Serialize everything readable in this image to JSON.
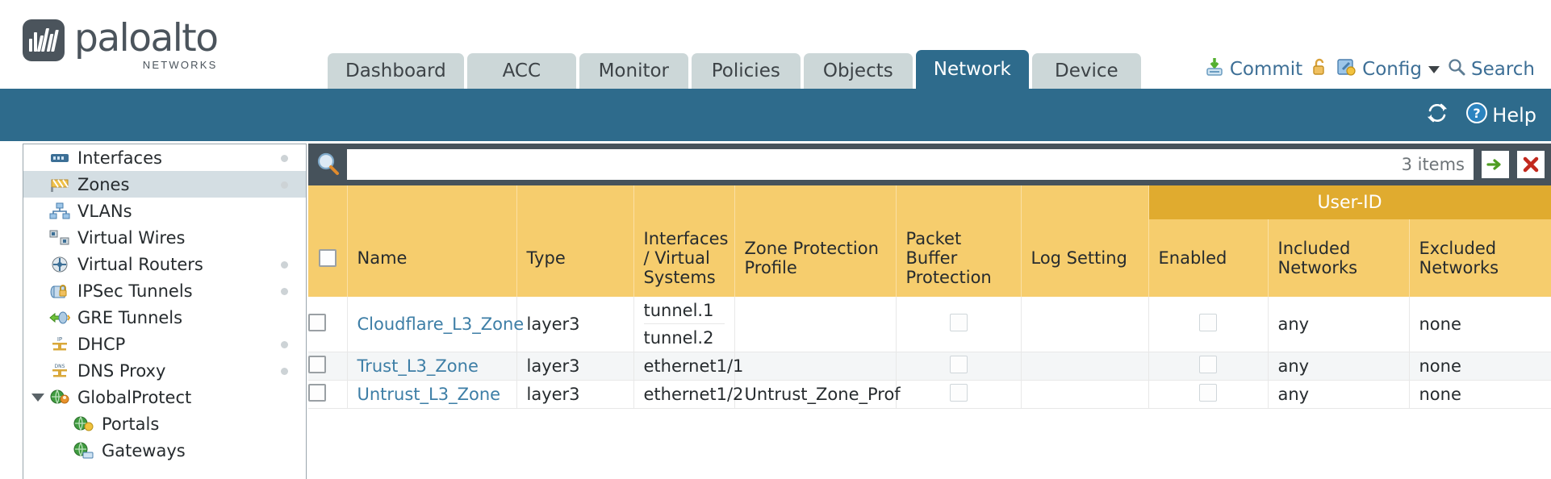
{
  "brand": {
    "name": "paloalto",
    "tagline": "NETWORKS"
  },
  "nav": {
    "tabs": [
      {
        "label": "Dashboard",
        "active": false
      },
      {
        "label": "ACC",
        "active": false
      },
      {
        "label": "Monitor",
        "active": false
      },
      {
        "label": "Policies",
        "active": false
      },
      {
        "label": "Objects",
        "active": false
      },
      {
        "label": "Network",
        "active": true
      },
      {
        "label": "Device",
        "active": false
      }
    ]
  },
  "utility": {
    "commit": "Commit",
    "config": "Config",
    "search": "Search",
    "lock_icon": "padlock-icon",
    "commit_icon": "commit-icon",
    "config_icon": "config-icon",
    "search_icon": "magnifier-icon"
  },
  "blue_bar": {
    "refresh_icon": "refresh-icon",
    "help_icon": "help-icon",
    "help_label": "Help"
  },
  "sidebar": {
    "items": [
      {
        "label": "Interfaces",
        "icon": "interfaces-icon",
        "selected": false,
        "dot": true,
        "child": false,
        "twisty": false
      },
      {
        "label": "Zones",
        "icon": "zones-icon",
        "selected": true,
        "dot": true,
        "child": false,
        "twisty": false
      },
      {
        "label": "VLANs",
        "icon": "vlans-icon",
        "selected": false,
        "dot": false,
        "child": false,
        "twisty": false
      },
      {
        "label": "Virtual Wires",
        "icon": "virtual-wires-icon",
        "selected": false,
        "dot": false,
        "child": false,
        "twisty": false
      },
      {
        "label": "Virtual Routers",
        "icon": "virtual-routers-icon",
        "selected": false,
        "dot": true,
        "child": false,
        "twisty": false
      },
      {
        "label": "IPSec Tunnels",
        "icon": "ipsec-tunnels-icon",
        "selected": false,
        "dot": true,
        "child": false,
        "twisty": false
      },
      {
        "label": "GRE Tunnels",
        "icon": "gre-tunnels-icon",
        "selected": false,
        "dot": false,
        "child": false,
        "twisty": false
      },
      {
        "label": "DHCP",
        "icon": "dhcp-icon",
        "selected": false,
        "dot": true,
        "child": false,
        "twisty": false
      },
      {
        "label": "DNS Proxy",
        "icon": "dns-proxy-icon",
        "selected": false,
        "dot": true,
        "child": false,
        "twisty": false
      },
      {
        "label": "GlobalProtect",
        "icon": "globalprotect-icon",
        "selected": false,
        "dot": false,
        "child": false,
        "twisty": true
      },
      {
        "label": "Portals",
        "icon": "portals-icon",
        "selected": false,
        "dot": false,
        "child": true,
        "twisty": false
      },
      {
        "label": "Gateways",
        "icon": "gateways-icon",
        "selected": false,
        "dot": false,
        "child": true,
        "twisty": false
      }
    ]
  },
  "search": {
    "value": "",
    "placeholder": "",
    "items_label": "3 items",
    "apply_icon": "green-arrow-icon",
    "clear_icon": "red-x-icon"
  },
  "table": {
    "group_header": {
      "label": "User-ID",
      "span": 3
    },
    "columns": [
      "Name",
      "Type",
      "Interfaces / Virtual Systems",
      "Zone Protection Profile",
      "Packet Buffer Protection",
      "Log Setting",
      "Enabled",
      "Included Networks",
      "Excluded Networks"
    ],
    "rows": [
      {
        "name": "Cloudflare_L3_Zone",
        "type": "layer3",
        "interfaces": [
          "tunnel.1",
          "tunnel.2"
        ],
        "zone_protection_profile": "",
        "packet_buffer_protection": false,
        "log_setting": "",
        "userid_enabled": false,
        "included_networks": "any",
        "excluded_networks": "none"
      },
      {
        "name": "Trust_L3_Zone",
        "type": "layer3",
        "interfaces": [
          "ethernet1/1"
        ],
        "zone_protection_profile": "",
        "packet_buffer_protection": false,
        "log_setting": "",
        "userid_enabled": false,
        "included_networks": "any",
        "excluded_networks": "none"
      },
      {
        "name": "Untrust_L3_Zone",
        "type": "layer3",
        "interfaces": [
          "ethernet1/2"
        ],
        "zone_protection_profile": "Untrust_Zone_Prof",
        "packet_buffer_protection": false,
        "log_setting": "",
        "userid_enabled": false,
        "included_networks": "any",
        "excluded_networks": "none"
      }
    ]
  },
  "colors": {
    "brand_blue": "#2e6b8c",
    "tab_inactive": "#ccd7d8",
    "header_yellow": "#f6cd6d",
    "group_yellow": "#e0ab2f",
    "link_blue": "#3d7ea6",
    "panel_dark": "#46525b"
  }
}
